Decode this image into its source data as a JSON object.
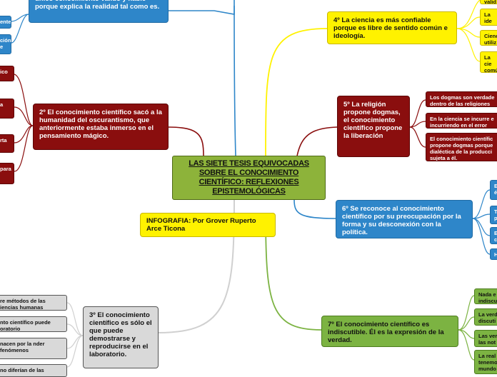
{
  "central": {
    "title": "LAS SIETE TESIS EQUIVOCADAS SOBRE EL CONOCIMIENTO CIENTÍFICO: REFLEXIONES EPISTEMOLÓGICAS"
  },
  "author": {
    "label": "INFOGRAFIA: Por Grover Ruperto Arce Ticona"
  },
  "topics": {
    "t1": {
      "text": "único conocimiento válido y hable porque explica la realidad tal como es.",
      "subs": [
        "ente",
        "ción e"
      ]
    },
    "t2": {
      "text": "2º El conocimiento científico sacó a la humanidad del oscurantismo, que anteriormente estaba inmerso en el pensamiento mágico.",
      "subs": [
        "ico",
        "a",
        "rta",
        "para"
      ]
    },
    "t3": {
      "text": "3º El conocimiento científico es sólo el que puede demostrarse y reproducirse en el laboratorio.",
      "subs": [
        "re métodos de las iencias humanas",
        "nto científico puede oratorio",
        "nacen por la nder fenómenos",
        "no diferían de las"
      ]
    },
    "t4": {
      "text": "4º La ciencia es más confiable porque es libre de sentido común e ideología.",
      "subs": [
        "valid",
        "La ide sentid",
        "Cienc utiliz",
        "La cie comú conte"
      ]
    },
    "t5": {
      "text": "5º La religión propone dogmas, el conocimiento científico propone la liberación",
      "subs": [
        "Los dogmas son verdade dentro de las religiones",
        "En la ciencia se incurre e incurriendo en el error",
        "El conocimiento científic propone dogmas porque dialéctica de la producci sujeta a él."
      ]
    },
    "t6": {
      "text": "6º Se reconoce al conocimiento científico por su preocupación por la forma y su desconexión con la política.",
      "subs": [
        "El é",
        "To p",
        "El ci",
        "H"
      ]
    },
    "t7": {
      "text": "7º El conocimiento científico es indiscutible. Él es la expresión de la verdad.",
      "subs": [
        "Nada e indiscu",
        "La verd discuti",
        "Las ver las not",
        "La real tenemo mundo"
      ]
    }
  },
  "colors": {
    "blue": "#2e86c9",
    "red": "#8a0e0e",
    "yellow": "#fff200",
    "green": "#7cb342",
    "gray": "#d9d9d9",
    "central": "#8db33a"
  }
}
